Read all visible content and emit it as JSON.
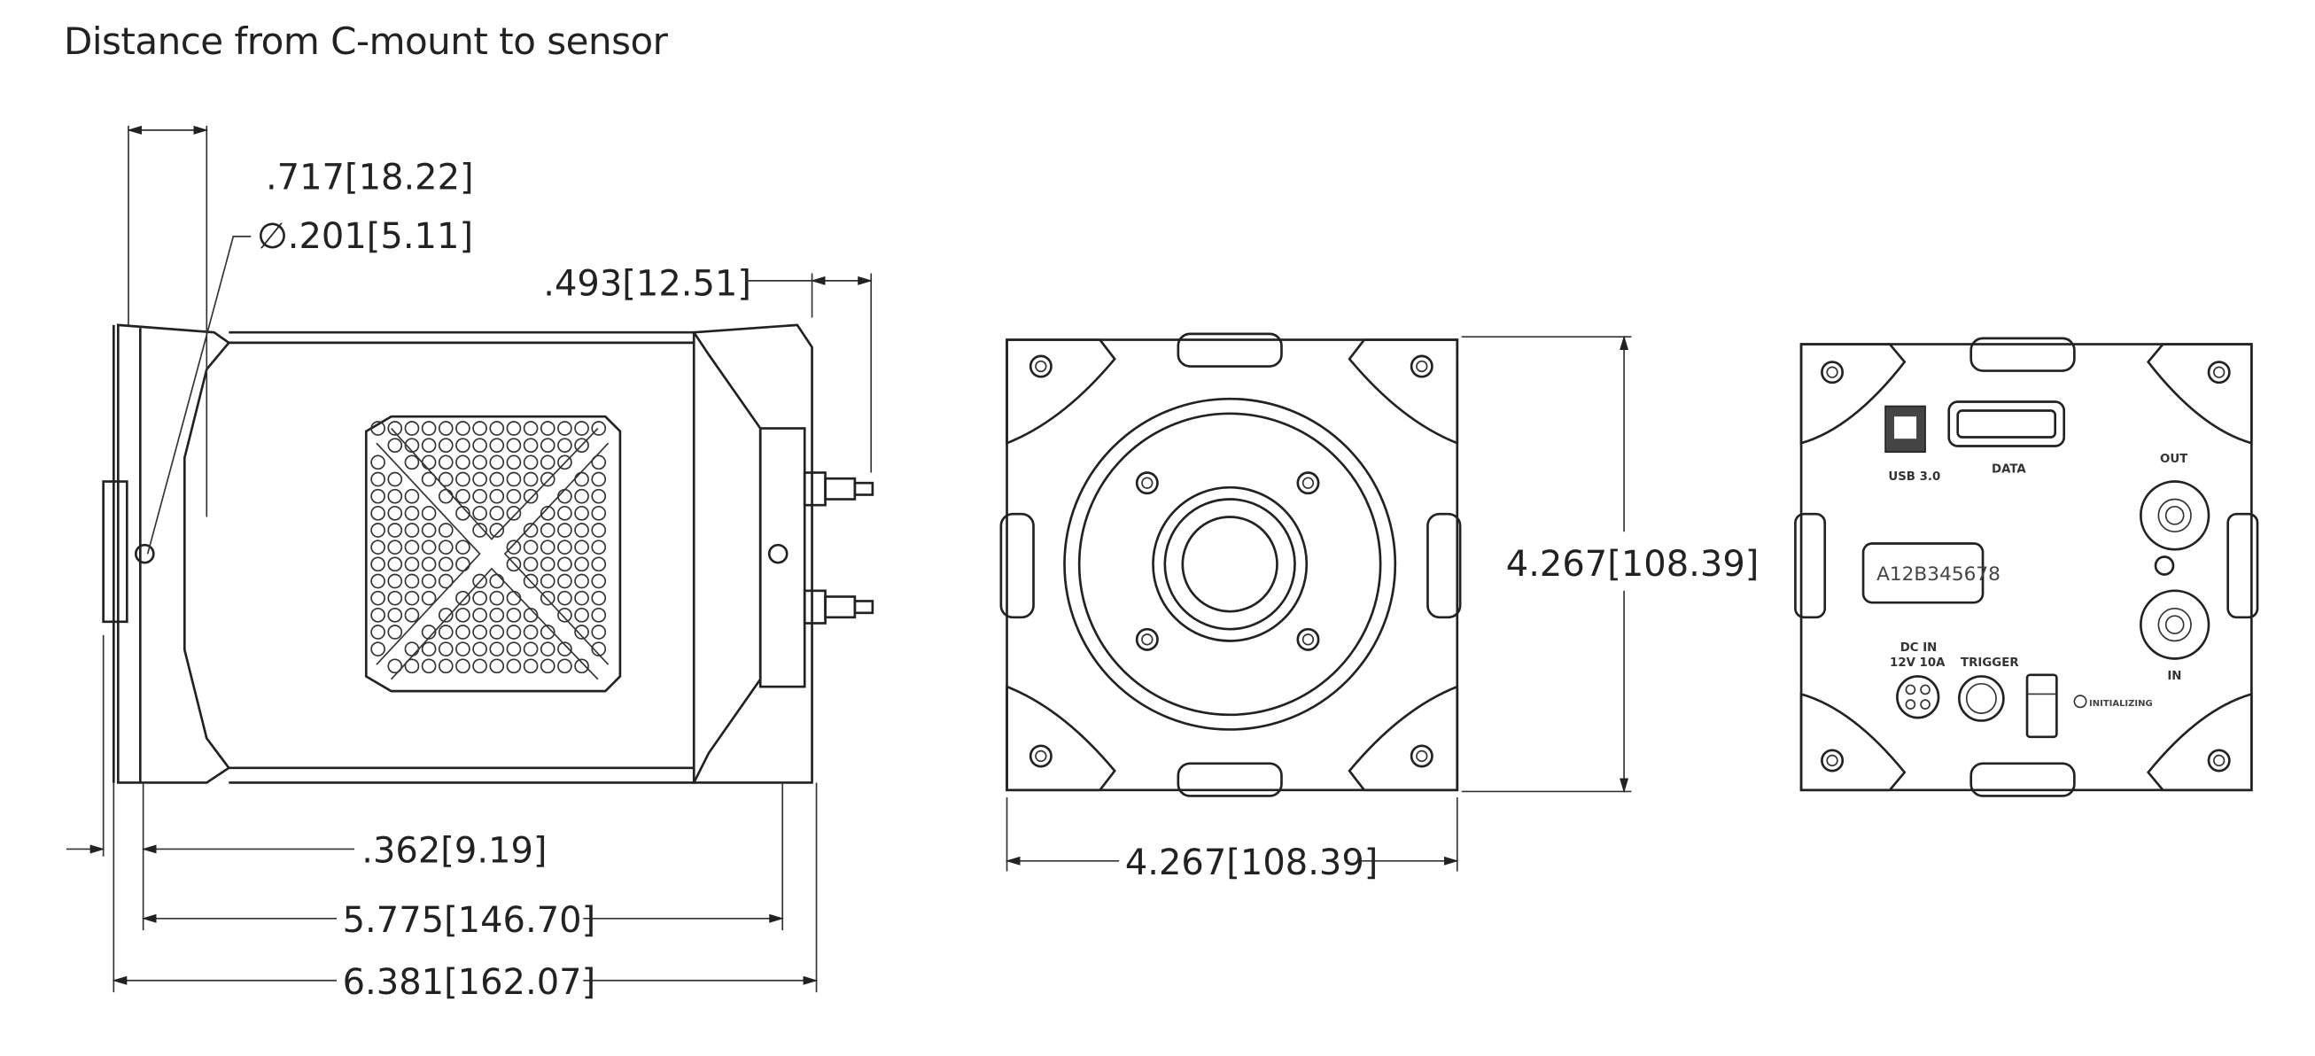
{
  "title": "Distance from C-mount to sensor",
  "side_view": {
    "dim_c_mount": ".717[18.22]",
    "dim_hole_diameter": "∅.201[5.11]",
    "dim_connector": ".493[12.51]",
    "dim_front_offset": ".362[9.19]",
    "dim_body_length": "5.775[146.70]",
    "dim_total_length": "6.381[162.07]"
  },
  "front_view": {
    "dim_height": "4.267[108.39]",
    "dim_width": "4.267[108.39]"
  },
  "back_view": {
    "usb_label": "USB 3.0",
    "data_label": "DATA",
    "out_label": "OUT",
    "in_label": "IN",
    "serial_number": "A12B345678",
    "dc_in_label_1": "DC IN",
    "dc_in_label_2": "12V 10A",
    "trigger_label": "TRIGGER",
    "status_label": "INITIALIZING"
  }
}
